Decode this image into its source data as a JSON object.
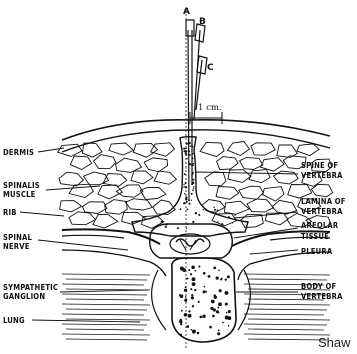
{
  "needles": {
    "a": "A",
    "b": "B",
    "c": "C"
  },
  "scale_label": "1 cm.",
  "labels": {
    "dermis": "DERMIS",
    "spinalis_muscle": [
      "SPINALIS",
      "MUSCLE"
    ],
    "rib": "RIB",
    "spinal_nerve": [
      "SPINAL",
      "NERVE"
    ],
    "sympathetic_ganglion": [
      "SYMPATHETIC",
      "GANGLION"
    ],
    "lung": "LUNG",
    "spine_of_vertebra": [
      "SPINE OF",
      "VERTEBRA"
    ],
    "lamina_of_vertebra": [
      "LAMINA OF",
      "VERTEBRA"
    ],
    "areolar_tissue": [
      "AREOLAR",
      "TISSUE"
    ],
    "pleura": "PLEURA",
    "body_of_vertebra": [
      "BODY OF",
      "VERTEBRA"
    ]
  },
  "signature": "Shaw"
}
